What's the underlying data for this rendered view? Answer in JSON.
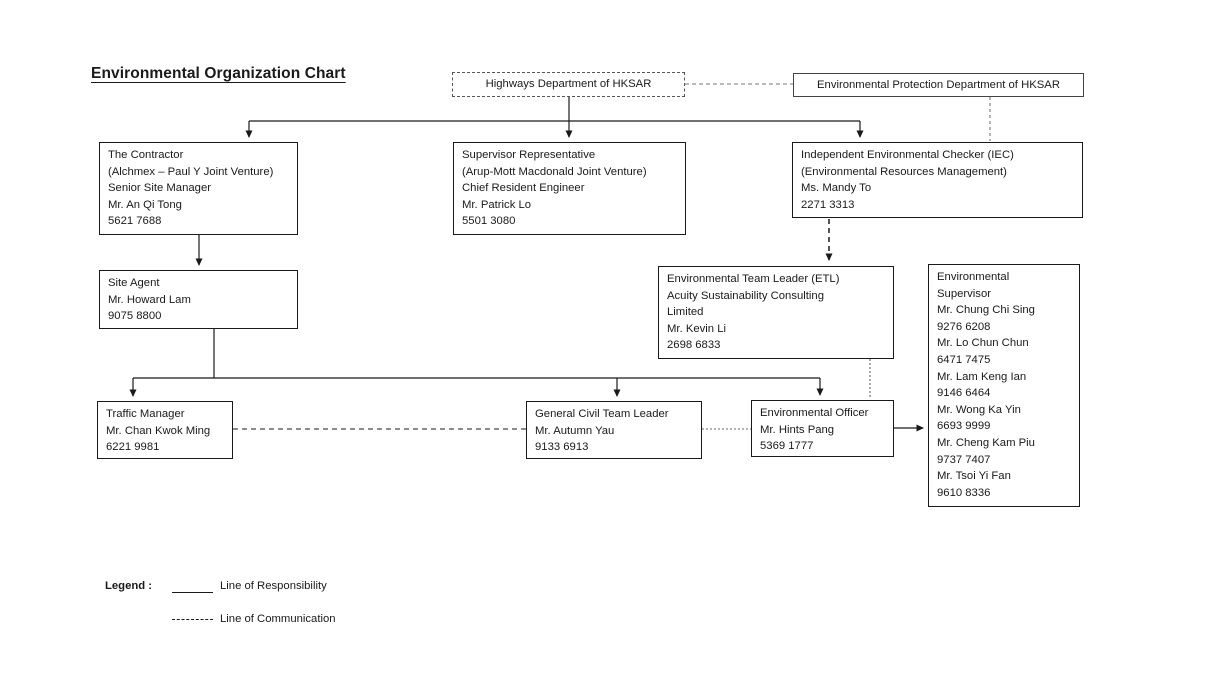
{
  "title": "Environmental Organization Chart",
  "boxes": {
    "highways": {
      "text": "Highways Department of HKSAR"
    },
    "epd": {
      "text": "Environmental Protection Department of HKSAR"
    },
    "contractor": {
      "text": "The Contractor\n(Alchmex – Paul Y Joint Venture)\nSenior Site Manager\nMr. An Qi Tong\n5621 7688"
    },
    "supervisor_rep": {
      "text": "Supervisor Representative\n(Arup-Mott Macdonald Joint Venture)\nChief Resident Engineer\nMr. Patrick Lo\n5501 3080"
    },
    "iec": {
      "text": "Independent Environmental Checker (IEC)\n(Environmental Resources Management)\nMs. Mandy To\n2271 3313"
    },
    "site_agent": {
      "text": "Site Agent\nMr. Howard Lam\n9075 8800"
    },
    "etl": {
      "text": "Environmental Team Leader (ETL)\nAcuity Sustainability Consulting\nLimited\nMr. Kevin Li\n2698 6833"
    },
    "env_supervisor": {
      "text": "Environmental\nSupervisor\nMr. Chung Chi Sing\n9276 6208\nMr. Lo Chun Chun\n6471 7475\nMr. Lam Keng Ian\n9146 6464\nMr. Wong Ka Yin\n6693 9999\nMr. Cheng Kam Piu\n9737 7407\nMr. Tsoi Yi Fan\n9610 8336"
    },
    "traffic_manager": {
      "text": "Traffic Manager\nMr. Chan Kwok Ming\n6221 9981"
    },
    "gctl": {
      "text": "General Civil Team Leader\nMr. Autumn Yau\n9133 6913"
    },
    "env_officer": {
      "text": "Environmental Officer\nMr. Hints Pang\n5369 1777"
    }
  },
  "legend": {
    "label": "Legend :",
    "responsibility": "Line of Responsibility",
    "communication": "Line of Communication"
  },
  "colors": {
    "line": "#1a1a1a",
    "box_border": "#1a1a1a",
    "text": "#1a1a1a",
    "background": "#ffffff"
  }
}
